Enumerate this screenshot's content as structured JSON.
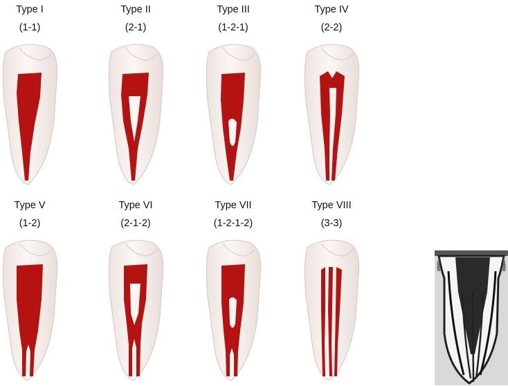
{
  "types": [
    {
      "name": "Type I",
      "code": "(1-1)"
    },
    {
      "name": "Type II",
      "code": "(2-1)"
    },
    {
      "name": "Type III",
      "code": "(1-2-1)"
    },
    {
      "name": "Type IV",
      "code": "(2-2)"
    },
    {
      "name": "Type V",
      "code": "(1-2)"
    },
    {
      "name": "Type VI",
      "code": "(2-1-2)"
    },
    {
      "name": "Type VII",
      "code": "(1-2-1-2)"
    },
    {
      "name": "Type VIII",
      "code": "(3-3)"
    }
  ],
  "colors": {
    "canal": "#b51212",
    "tooth_fill": "#f4ece8",
    "tooth_stroke": "#d8cdc8",
    "text": "#111111"
  }
}
